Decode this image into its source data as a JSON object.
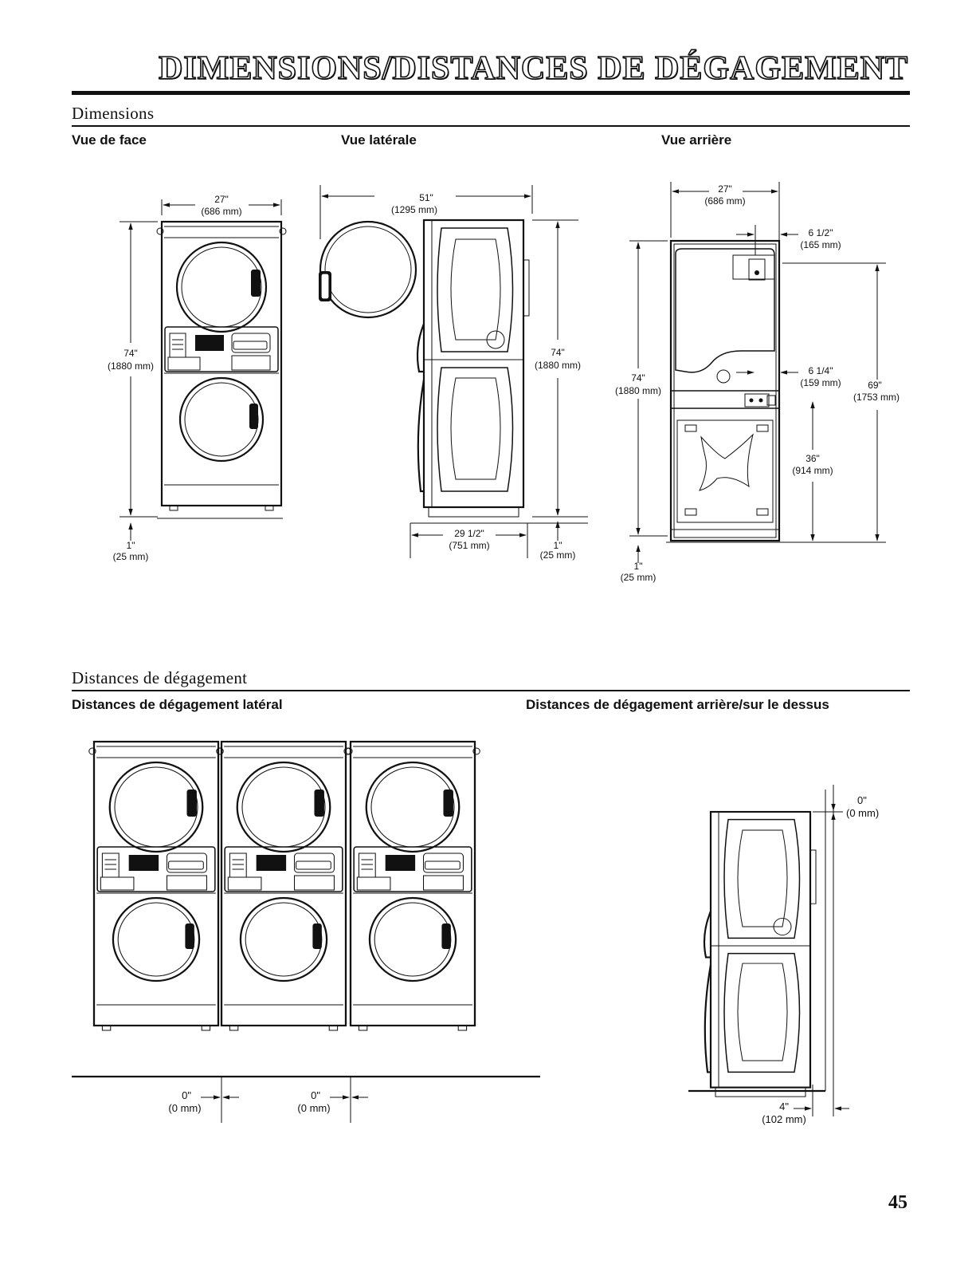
{
  "header": {
    "title": "DIMENSIONS/DISTANCES DE DÉGAGEMENT"
  },
  "dimensions": {
    "section_title": "Dimensions",
    "front_label": "Vue de face",
    "side_label": "Vue latérale",
    "rear_label": "Vue arrière",
    "front": {
      "width_in": "27\"",
      "width_mm": "(686 mm)",
      "height_in": "74\"",
      "height_mm": "(1880 mm)",
      "foot_in": "1\"",
      "foot_mm": "(25 mm)"
    },
    "side": {
      "depth_in": "51\"",
      "depth_mm": "(1295 mm)",
      "height_in": "74\"",
      "height_mm": "(1880 mm)",
      "base_in": "29 1/2\"",
      "base_mm": "(751 mm)",
      "foot_in": "1\"",
      "foot_mm": "(25 mm)"
    },
    "rear": {
      "width_in": "27\"",
      "width_mm": "(686 mm)",
      "a_in": "6 1/2\"",
      "a_mm": "(165 mm)",
      "b_in": "6 1/4\"",
      "b_mm": "(159 mm)",
      "height_in": "74\"",
      "height_mm": "(1880 mm)",
      "c_in": "69\"",
      "c_mm": "(1753 mm)",
      "d_in": "36\"",
      "d_mm": "(914 mm)",
      "foot_in": "1\"",
      "foot_mm": "(25 mm)"
    }
  },
  "clearances": {
    "section_title": "Distances de dégagement",
    "lateral_label": "Distances de dégagement latéral",
    "rear_top_label": "Distances de dégagement arrière/sur le dessus",
    "lateral": {
      "gap1_in": "0\"",
      "gap1_mm": "(0 mm)",
      "gap2_in": "0\"",
      "gap2_mm": "(0 mm)"
    },
    "rear_top": {
      "top_in": "0\"",
      "top_mm": "(0 mm)",
      "rear_in": "4\"",
      "rear_mm": "(102 mm)"
    }
  },
  "footer": {
    "page_number": "45"
  }
}
